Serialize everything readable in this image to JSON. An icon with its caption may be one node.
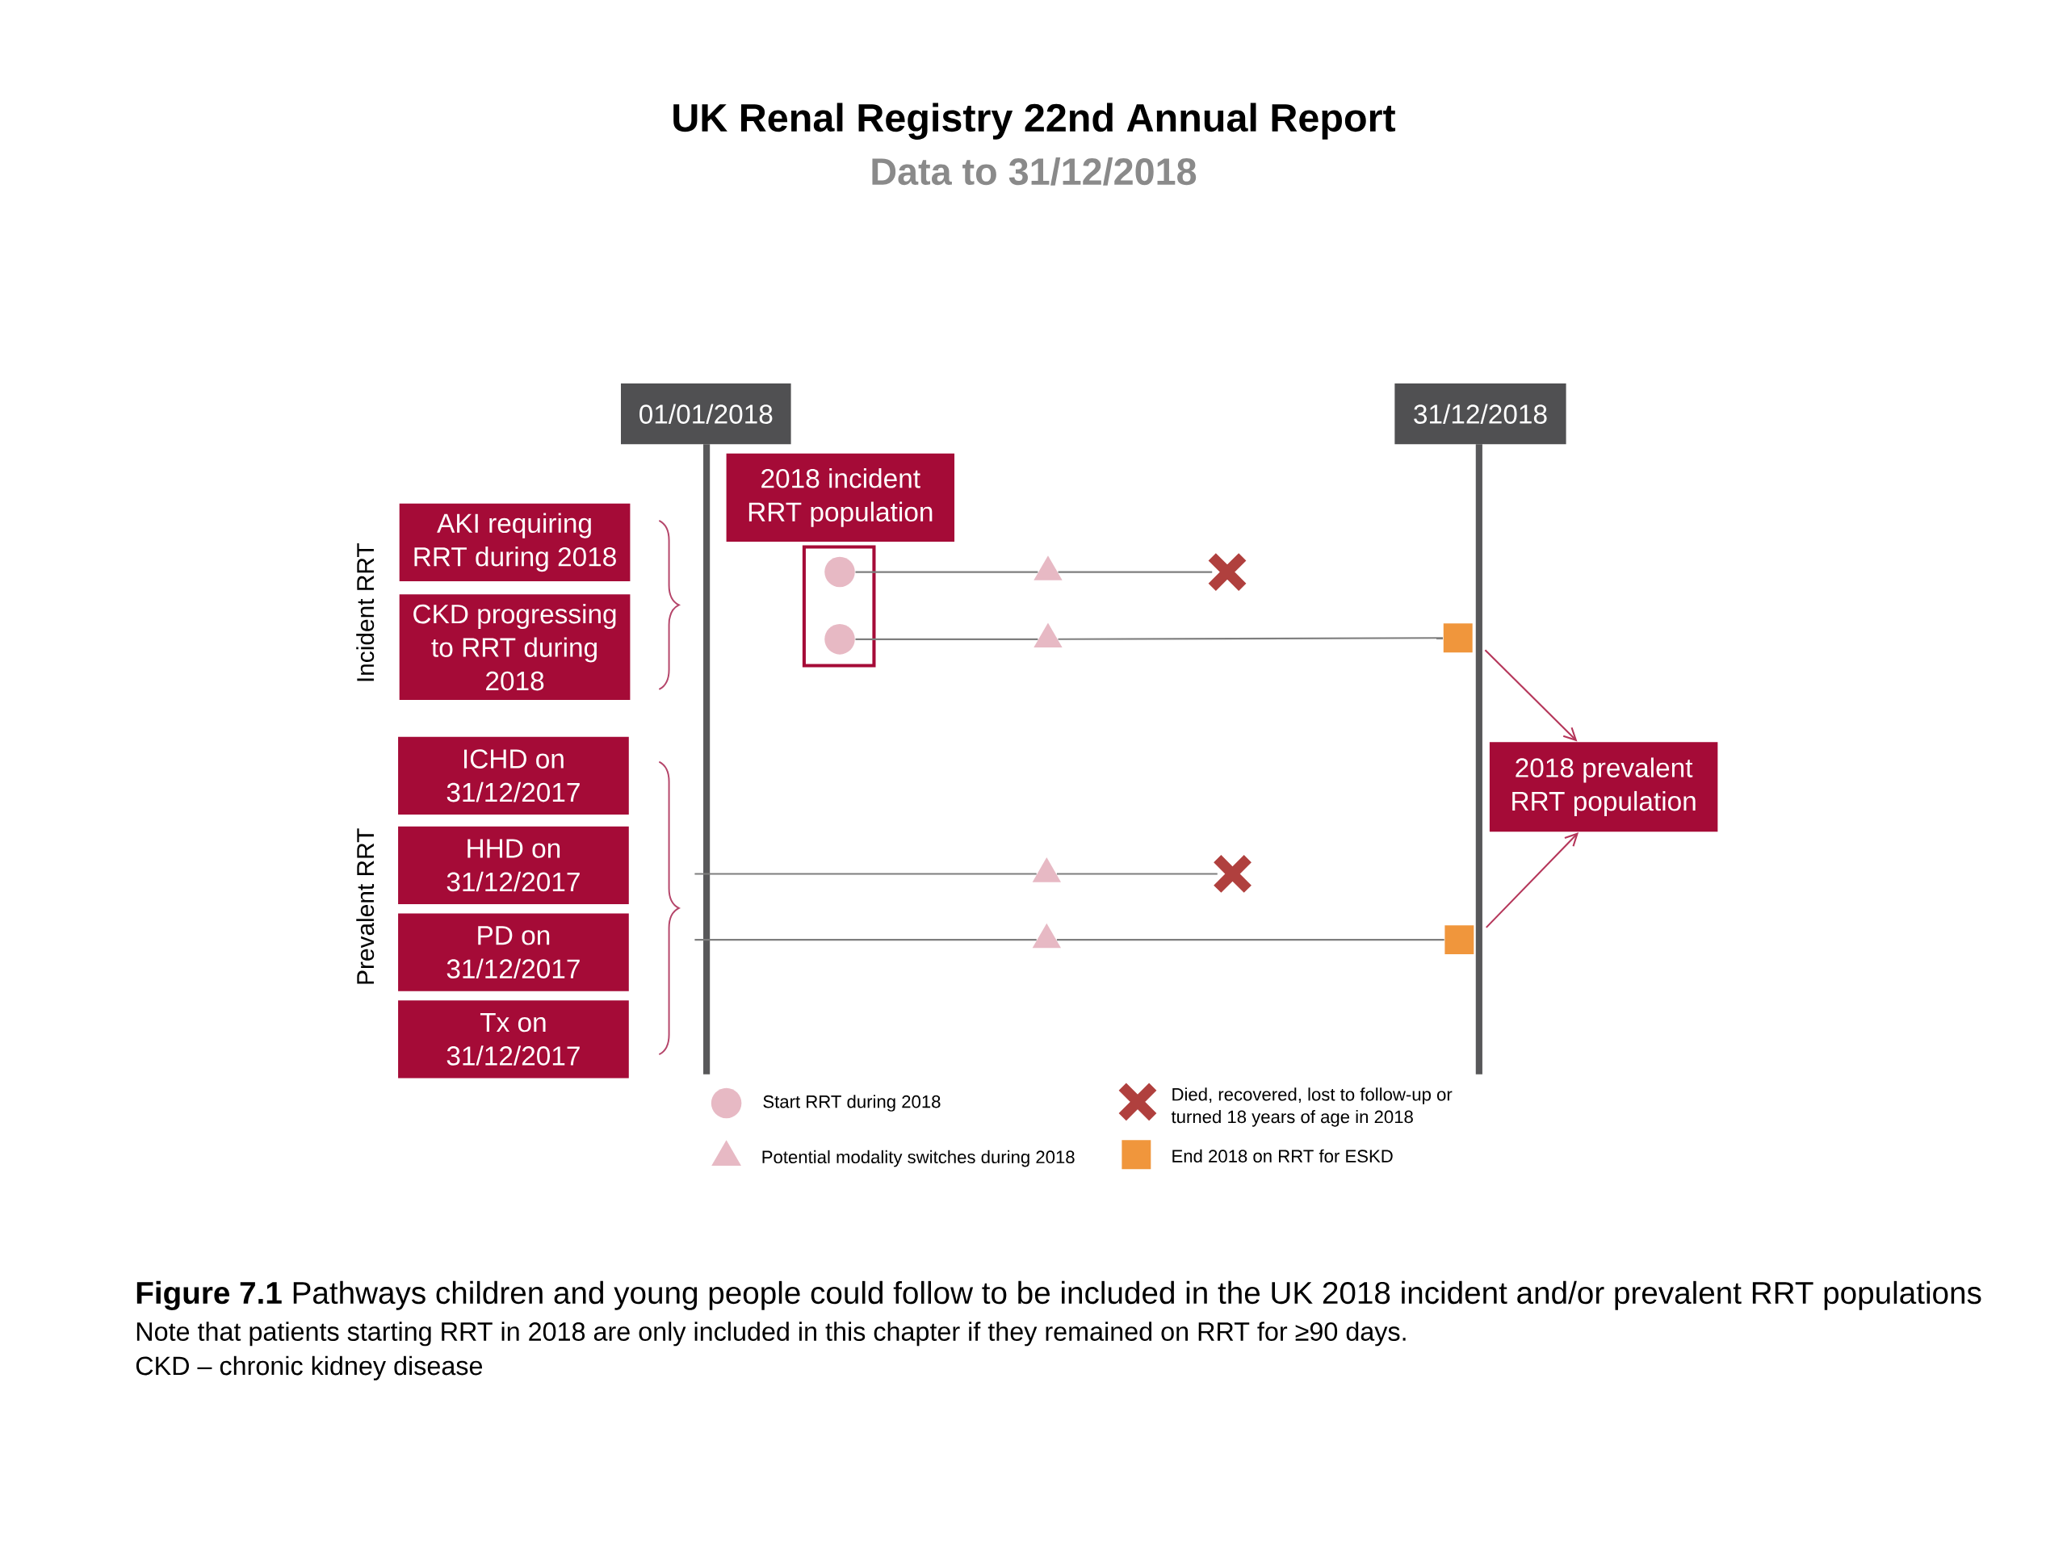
{
  "diagram": {
    "title": "UK Renal Registry 22nd Annual Report",
    "caption": "**Figure 7.1** Pathways children and young people could follow to be included in the UK 2018 incident and/or prevalent RRT populations",
    "nodes": [
      {
        "text": [
          "01/01/2018"
        ]
      },
      {
        "text": [
          "31/12/2018"
        ]
      },
      {
        "text": [
          "2018 incident RRT population"
        ]
      },
      {
        "text": [
          "AKI requiring RRT during 2018"
        ]
      },
      {
        "text": [
          "CKD progressing to RRT during 2018"
        ]
      },
      {
        "text": [
          "ICHD on 31/12/2017"
        ]
      },
      {
        "text": [
          "HHD on 31/12/2017"
        ]
      },
      {
        "text": [
          "PD on 31/12/2017"
        ]
      },
      {
        "text": [
          "Tx on 31/12/2017"
        ]
      },
      {
        "text": [
          "2018 prevalent RRT population"
        ]
      },
      {
        "text": [],
        "shape": "box"
      },
      {
        "text": [],
        "shape": "circle",
        "in": 10
      },
      {
        "text": [],
        "shape": "circle",
        "in": 10
      },
      {
        "text": [],
        "shape": "triangle"
      },
      {
        "text": [],
        "shape": "triangle"
      },
      {
        "text": [],
        "shape": "triangle"
      },
      {
        "text": [],
        "shape": "triangle"
      },
      {
        "text": [],
        "shape": "cross"
      },
      {
        "text": [],
        "shape": "cross"
      },
      {
        "text": [],
        "shape": "square"
      },
      {
        "text": [],
        "shape": "square"
      }
    ],
    "edges": [
      {
        "from": 11,
        "to": 13,
        "arrow": "none"
      },
      {
        "from": 13,
        "to": 17,
        "arrow": "none"
      },
      {
        "from": 12,
        "to": 14,
        "arrow": "none"
      },
      {
        "from": 14,
        "to": 19,
        "arrow": "none"
      },
      {
        "from": null,
        "to": 15,
        "arrow": "none"
      },
      {
        "from": 15,
        "to": 18,
        "arrow": "none"
      },
      {
        "from": null,
        "to": 16,
        "arrow": "none"
      },
      {
        "from": 16,
        "to": 20,
        "arrow": "none"
      },
      {
        "from": 19,
        "to": 9,
        "arrow": "to",
        "color": "#b5365a"
      },
      {
        "from": 20,
        "to": 9,
        "arrow": "to",
        "color": "#b5365a"
      }
    ],
    "labels": [
      "Data to 31/12/2018",
      "Incident RRT",
      "Prevalent RRT",
      "Note that patients starting RRT in 2018 are only included in this chapter if they remained on RRT for ≥90 days.",
      "CKD – chronic kidney disease"
    ],
    "legend": [
      {
        "text": "Start RRT during 2018"
      },
      {
        "text": "Died, recovered, lost to follow-up or turned 18 years of age in 2018"
      },
      {
        "text": "Potential modality switches during 2018"
      },
      {
        "text": "End 2018 on RRT for ESKD",
        "color": "#f0963c"
      }
    ]
  }
}
